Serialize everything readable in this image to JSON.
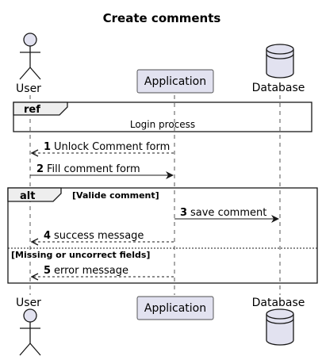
{
  "title": "Create comments",
  "participants": {
    "user": "User",
    "application": "Application",
    "database": "Database"
  },
  "ref": {
    "tag": "ref",
    "label": "Login process"
  },
  "messages": [
    {
      "num": "1",
      "text": "Unlock Comment form"
    },
    {
      "num": "2",
      "text": "Fill comment form"
    },
    {
      "num": "3",
      "text": "save comment"
    },
    {
      "num": "4",
      "text": "success message"
    },
    {
      "num": "5",
      "text": "error message"
    }
  ],
  "alt": {
    "tag": "alt",
    "guard1": "[Valide comment]",
    "guard2": "[Missing or uncorrect fields]"
  },
  "colors": {
    "participant_fill": "#e2e2f0",
    "participant_border": "#181818",
    "ref_header_fill": "#eeeeee",
    "lifeline": "#555555"
  }
}
